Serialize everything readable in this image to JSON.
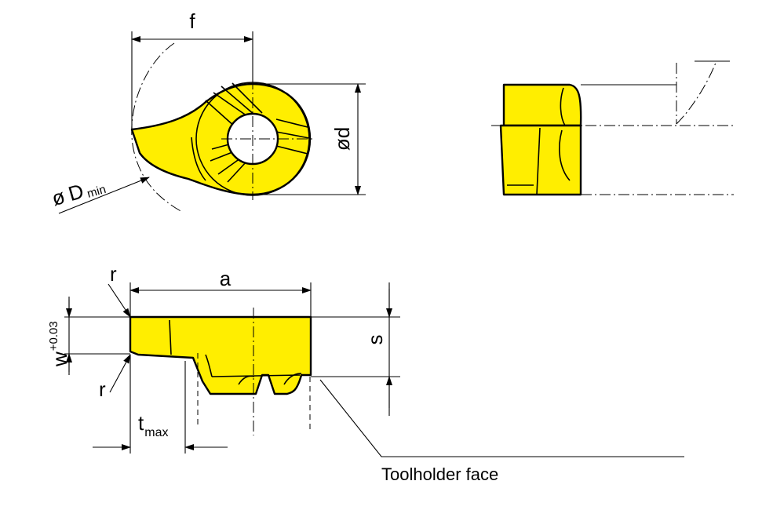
{
  "colors": {
    "part_fill": "#ffee00",
    "line": "#000000",
    "background": "#ffffff"
  },
  "labels": {
    "f": "f",
    "d": "ød",
    "D_symbol": "ø",
    "D_letter": "D",
    "D_sub": "min",
    "a": "a",
    "r_top": "r",
    "r_bottom": "r",
    "w_letter": "w",
    "w_tol": "+0.03",
    "s": "s",
    "t_letter": "t",
    "t_sub": "max",
    "toolholder_face": "Toolholder face"
  }
}
